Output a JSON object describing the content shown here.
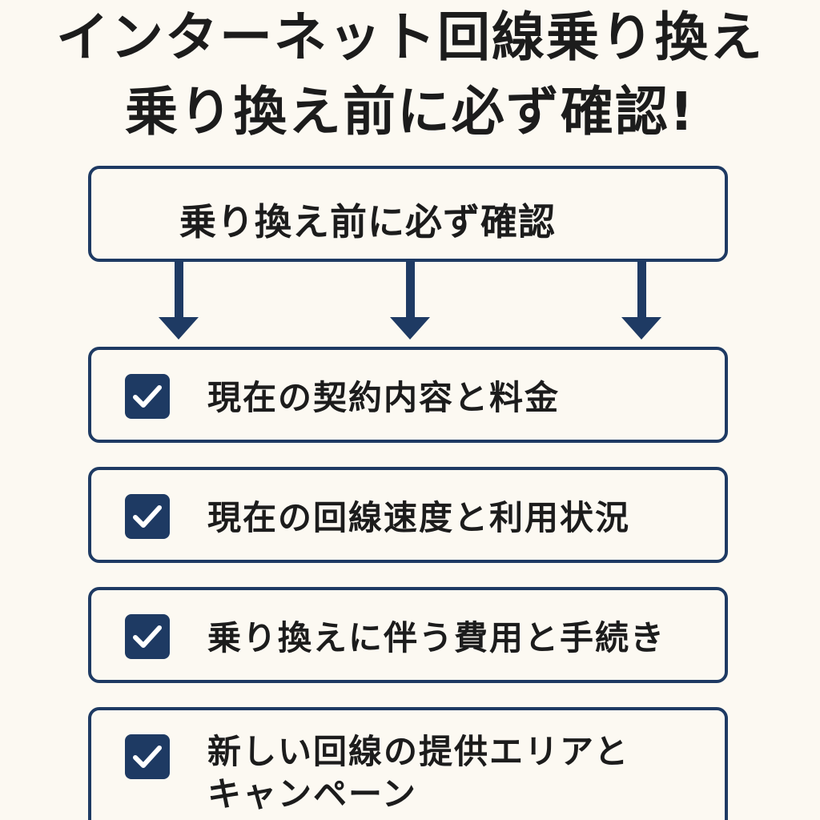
{
  "title": {
    "line1": "インターネット回線乗り換え",
    "line2": "乗り換え前に必ず確認!"
  },
  "header_box": {
    "label": "乗り換え前に必ず確認"
  },
  "items": [
    {
      "label_lines": [
        "現在の契約内容と料金"
      ],
      "icon": "checkbox-checked-icon"
    },
    {
      "label_lines": [
        "現在の回線速度と利用状況"
      ],
      "icon": "checkbox-checked-icon"
    },
    {
      "label_lines": [
        "乗り換えに伴う費用と手続き"
      ],
      "icon": "checkbox-checked-icon"
    },
    {
      "label_lines": [
        "新しい回線の提供エリアと",
        "キャンペーン"
      ],
      "icon": "checkbox-checked-icon"
    }
  ],
  "colors": {
    "background": "#fcf9f2",
    "accent": "#1e3a63",
    "text": "#1c1c1c",
    "check_mark": "#ffffff"
  },
  "connector_icon": "arrow-down-icon"
}
